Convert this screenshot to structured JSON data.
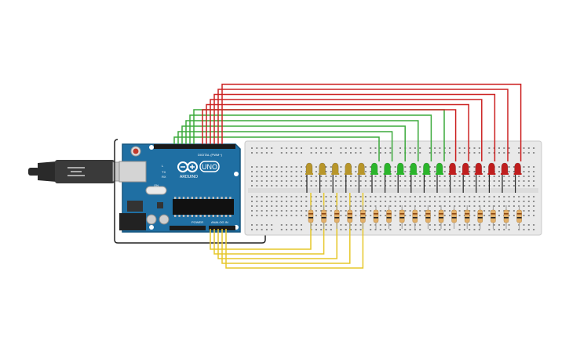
{
  "board": {
    "brand": "ARDUINO",
    "model": "UNO",
    "header_digital": "DIGITAL (PWM~)",
    "header_power": "POWER",
    "header_analog": "ANALOG IN",
    "led_tx": "TX",
    "led_rx": "RX",
    "led_l": "L",
    "led_on": "ON"
  },
  "leds": [
    {
      "color": "yellow"
    },
    {
      "color": "yellow"
    },
    {
      "color": "yellow"
    },
    {
      "color": "yellow"
    },
    {
      "color": "yellow"
    },
    {
      "color": "green"
    },
    {
      "color": "green"
    },
    {
      "color": "green"
    },
    {
      "color": "green"
    },
    {
      "color": "green"
    },
    {
      "color": "green"
    },
    {
      "color": "red"
    },
    {
      "color": "red"
    },
    {
      "color": "red"
    },
    {
      "color": "red"
    },
    {
      "color": "red"
    },
    {
      "color": "red"
    }
  ],
  "palette": {
    "board_blue": "#1f6fa3",
    "led_yellow": "#b8962a",
    "led_green": "#2bb52b",
    "led_red": "#c01e1e",
    "wire_yellow": "#e6c72a",
    "wire_green": "#3caa3c",
    "wire_red": "#cc2222",
    "wire_black": "#222222",
    "breadboard": "#e9e9e9"
  }
}
